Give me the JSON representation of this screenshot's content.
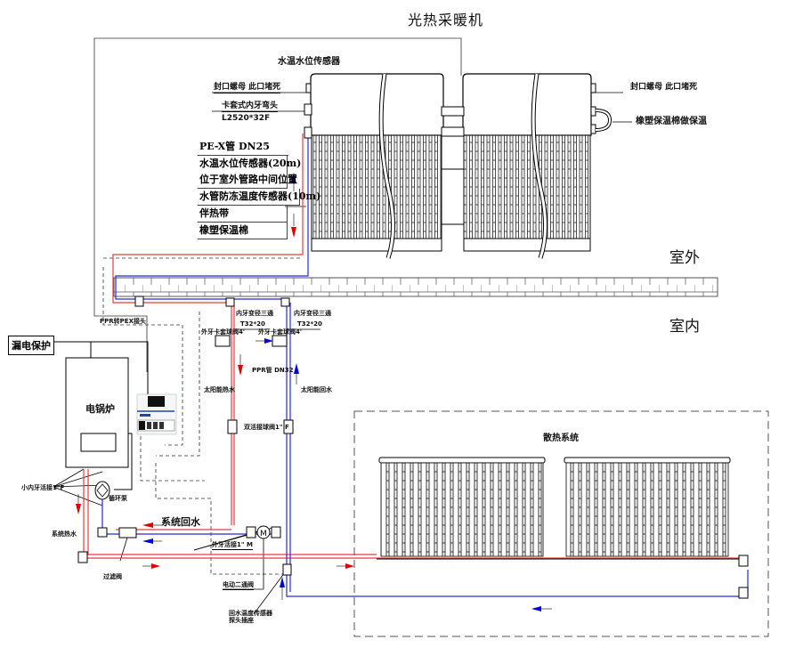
{
  "title": "光热采暖机",
  "zones": {
    "outdoor": "室外",
    "indoor": "室内"
  },
  "labels": {
    "sensor_top": "水温水位传感器",
    "seal_nut_left": "封口螺母 此口堵死",
    "seal_nut_right": "封口螺母 此口堵死",
    "elbow_fitting": "卡套式内牙弯头",
    "elbow_spec": "L2520*32F",
    "insulation_right": "橡塑保温棉做保温",
    "ppr_pex_joint": "PPR转PEX接头",
    "tee_left": "内牙变径三通",
    "tee_left_spec": "T32*20",
    "tee_right": "内牙变径三通",
    "tee_right_spec": "T32*20",
    "ball_valve_left": "外牙卡套球阀4'",
    "ball_valve_right": "外牙卡套球阀4'",
    "ppr_pipe": "PPR管 DN32",
    "solar_hot_water": "太阳能热水",
    "solar_return_water": "太阳能回水",
    "union_ball_valve": "双活接球阀1\" F",
    "leakage_protection": "漏电保护",
    "electric_boiler": "电锅炉",
    "union_fitting_small": "小内牙活接1\"F",
    "circulation_pump": "循环泵",
    "system_return": "系统回水",
    "system_hot_water": "系统热水",
    "male_union": "外牙活接1\" M",
    "filter_valve": "过滤阀",
    "electric_two_way_valve": "电动二通阀",
    "return_temp_sensor": "回水温度传感器",
    "return_temp_sensor_2": "探头插座",
    "heating_system": "散热系统"
  },
  "legend": {
    "header": "PE-X管 DN25",
    "rows": [
      "水温水位传感器(20m)",
      "位于室外管路中间位置",
      "水管防冻温度传感器(10m)",
      "伴热带",
      "橡塑保温棉"
    ]
  },
  "controller": {
    "display_text": "■ ■ ■ ■"
  },
  "colors": {
    "hot_pipe": "#e83c3c",
    "cold_pipe": "#2a2ad8",
    "hot_arrow": "#e00000",
    "cold_arrow": "#0000e0",
    "line": "#000000",
    "dashed": "#333333"
  }
}
